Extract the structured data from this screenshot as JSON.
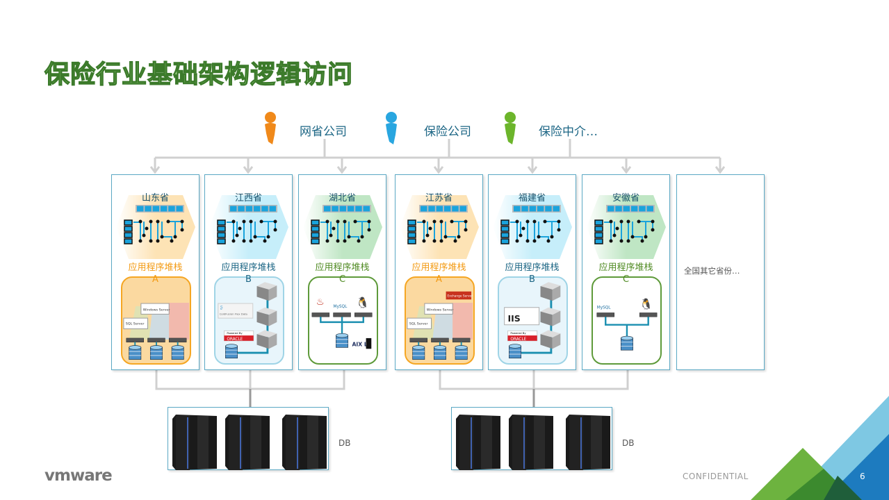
{
  "title": "保险行业基础架构逻辑访问",
  "users": [
    {
      "label": "网省公司",
      "icon": "person-orange-icon",
      "color": "#f0891a"
    },
    {
      "label": "保险公司",
      "icon": "person-blue-icon",
      "color": "#29a6e0"
    },
    {
      "label": "保险中介…",
      "icon": "person-green-icon",
      "color": "#6cb52b"
    }
  ],
  "panels": [
    {
      "province": "山东省",
      "stack_label": "应用程序堆栈",
      "stack_letter": "A",
      "theme": "A"
    },
    {
      "province": "江西省",
      "stack_label": "应用程序堆栈",
      "stack_letter": "B",
      "theme": "B"
    },
    {
      "province": "湖北省",
      "stack_label": "应用程序堆栈",
      "stack_letter": "C",
      "theme": "C"
    },
    {
      "province": "江苏省",
      "stack_label": "应用程序堆栈",
      "stack_letter": "A",
      "theme": "A"
    },
    {
      "province": "福建省",
      "stack_label": "应用程序堆栈",
      "stack_letter": "B",
      "theme": "B"
    },
    {
      "province": "安徽省",
      "stack_label": "应用程序堆栈",
      "stack_letter": "C",
      "theme": "C"
    }
  ],
  "other_provinces": "全国其它省份…",
  "themes": {
    "A": {
      "text": "#f39a12",
      "border": "#f5a623",
      "fill": "#fbd9a0",
      "hex": "#fde3b5"
    },
    "B": {
      "text": "#1b6584",
      "border": "#9fd4e6",
      "fill": "#e8f5fb",
      "hex": "#c6eefa"
    },
    "C": {
      "text": "#4f8a22",
      "border": "#5e9a3a",
      "fill": "#ffffff",
      "hex": "#bfe6c4"
    }
  },
  "logos": [
    "SQL Server",
    "Windows Server",
    "Exchange Server",
    "ColdFusion",
    "Flex Data Services",
    "Powered By ORACLE",
    "IIS",
    "MySQL",
    "AIX L"
  ],
  "db_label": "DB",
  "footer": {
    "brand": "vmware",
    "confidential": "CONFIDENTIAL",
    "page": "6"
  },
  "colors": {
    "corner_light_blue": "#7ec8e3",
    "corner_blue": "#1d7bbf",
    "corner_green": "#6db33f",
    "corner_dark_green": "#3c8a2e"
  }
}
